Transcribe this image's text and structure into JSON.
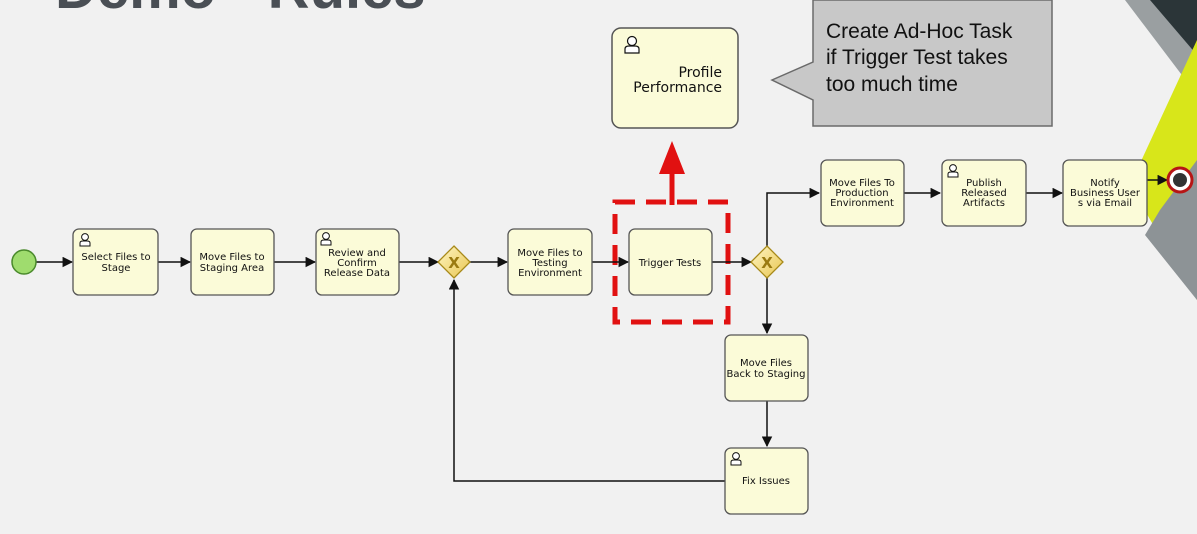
{
  "slide": {
    "title": "Demo - Rules"
  },
  "callout": {
    "lines": [
      "Create Ad-Hoc Task",
      "if Trigger Test takes",
      "too much time"
    ]
  },
  "tasks": {
    "profile": {
      "lines": [
        "Profile",
        "Performance"
      ]
    },
    "select_files": {
      "lines": [
        "Select Files to",
        "Stage"
      ]
    },
    "move_staging": {
      "lines": [
        "Move Files to",
        "Staging Area"
      ]
    },
    "review": {
      "lines": [
        "Review and",
        "Confirm",
        "Release Data"
      ]
    },
    "move_testing": {
      "lines": [
        "Move Files to",
        "Testing",
        "Environment"
      ]
    },
    "trigger_tests": {
      "lines": [
        "Trigger Tests"
      ]
    },
    "move_production": {
      "lines": [
        "Move Files To",
        "Production",
        "Environment"
      ]
    },
    "publish": {
      "lines": [
        "Publish",
        "Released",
        "Artifacts"
      ]
    },
    "notify": {
      "lines": [
        "Notify",
        "Business User",
        "s via Email"
      ]
    },
    "move_back": {
      "lines": [
        "Move Files",
        "Back to Staging"
      ]
    },
    "fix_issues": {
      "lines": [
        "Fix Issues"
      ]
    }
  },
  "gateways": {
    "gateway_1": {
      "symbol": "X"
    },
    "gateway_2": {
      "symbol": "X"
    }
  },
  "colors": {
    "task_fill": "#fbfbd8",
    "task_stroke": "#555555",
    "highlight_red": "#e11111",
    "callout_fill": "#c8c8c8",
    "gateway_fill": "#f5de8a"
  }
}
